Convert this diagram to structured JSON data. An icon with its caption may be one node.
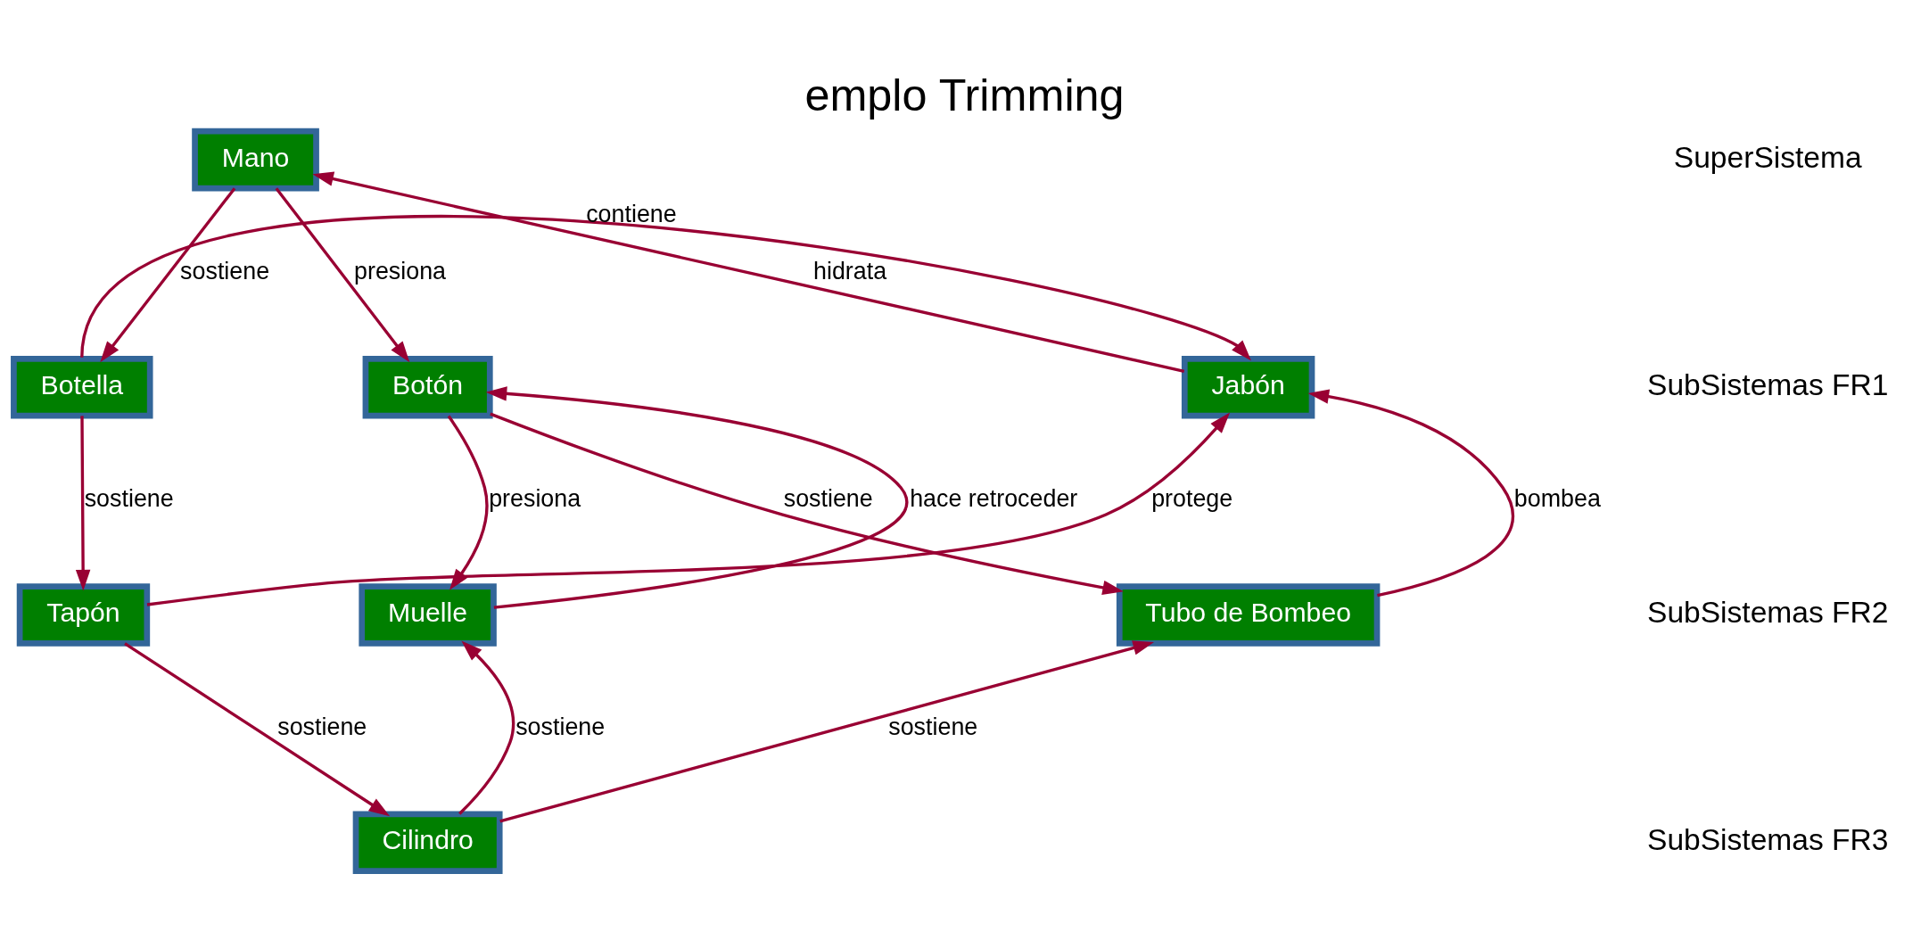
{
  "diagram": {
    "title": "emplo Trimming",
    "nodes": [
      {
        "text": [
          "Mano"
        ]
      },
      {
        "text": [
          "Botella"
        ]
      },
      {
        "text": [
          "Botón"
        ]
      },
      {
        "text": [
          "Jabón"
        ]
      },
      {
        "text": [
          "Tapón"
        ]
      },
      {
        "text": [
          "Muelle"
        ]
      },
      {
        "text": [
          "Tubo de Bombeo"
        ]
      },
      {
        "text": [
          "Cilindro"
        ]
      }
    ],
    "edges": [
      {
        "from": 0,
        "to": 1,
        "arrow": "to",
        "label": "sostiene"
      },
      {
        "from": 0,
        "to": 2,
        "arrow": "to",
        "label": "presiona"
      },
      {
        "from": 3,
        "to": 0,
        "arrow": "to",
        "label": "hidrata"
      },
      {
        "from": 1,
        "to": 3,
        "arrow": "to",
        "label": "contiene"
      },
      {
        "from": 1,
        "to": 4,
        "arrow": "to",
        "label": "sostiene"
      },
      {
        "from": 4,
        "to": 3,
        "arrow": "to",
        "label": "protege"
      },
      {
        "from": 2,
        "to": 5,
        "arrow": "to",
        "label": "presiona"
      },
      {
        "from": 5,
        "to": 2,
        "arrow": "to",
        "label": "hace retroceder"
      },
      {
        "from": 2,
        "to": 6,
        "arrow": "to",
        "label": "sostiene"
      },
      {
        "from": 6,
        "to": 3,
        "arrow": "to",
        "label": "bombea"
      },
      {
        "from": 4,
        "to": 7,
        "arrow": "to",
        "label": "sostiene"
      },
      {
        "from": 7,
        "to": 5,
        "arrow": "to",
        "label": "sostiene"
      },
      {
        "from": 7,
        "to": 6,
        "arrow": "to",
        "label": "sostiene"
      }
    ],
    "labels": [
      "SuperSistema",
      "SubSistemas FR1",
      "SubSistemas FR2",
      "SubSistemas FR3"
    ]
  }
}
